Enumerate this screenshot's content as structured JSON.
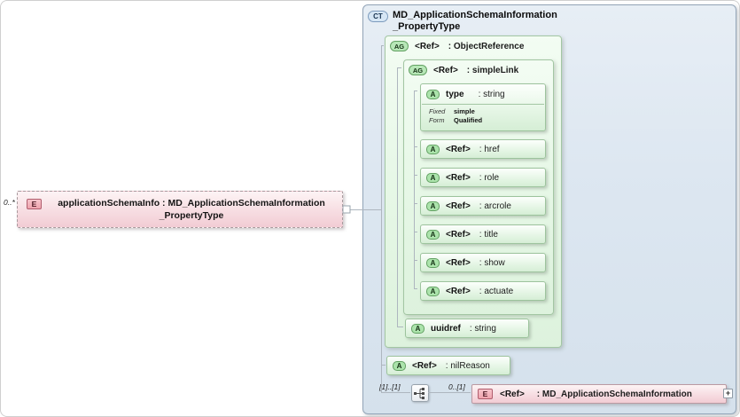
{
  "palette": {
    "complex_type_fill": "#dce6f0",
    "attribute_group_fill": "#e9f8e9",
    "attribute_fill": "#ddf0dd",
    "element_fill": "#f5d2d9",
    "connector_color": "#aeb6bf"
  },
  "element": {
    "cardinality": "0..*",
    "icon": "E",
    "name_line1": "applicationSchemaInfo : MD_ApplicationSchemaInformation",
    "name_line2": "_PropertyType"
  },
  "complex_type": {
    "icon": "CT",
    "title_line1": "MD_ApplicationSchemaInformation",
    "title_line2": "_PropertyType",
    "object_reference": {
      "icon": "AG",
      "name": "<Ref>",
      "type": ": ObjectReference",
      "simple_link": {
        "icon": "AG",
        "name": "<Ref>",
        "type": ": simpleLink",
        "attributes": [
          {
            "icon": "A",
            "name": "type",
            "type": ": string",
            "facets": [
              {
                "label": "Fixed",
                "value": "simple"
              },
              {
                "label": "Form",
                "value": "Qualified"
              }
            ]
          },
          {
            "icon": "A",
            "name": "<Ref>",
            "type": ": href"
          },
          {
            "icon": "A",
            "name": "<Ref>",
            "type": ": role"
          },
          {
            "icon": "A",
            "name": "<Ref>",
            "type": ": arcrole"
          },
          {
            "icon": "A",
            "name": "<Ref>",
            "type": ": title"
          },
          {
            "icon": "A",
            "name": "<Ref>",
            "type": ": show"
          },
          {
            "icon": "A",
            "name": "<Ref>",
            "type": ": actuate"
          }
        ]
      },
      "uuidref": {
        "icon": "A",
        "name": "uuidref",
        "type": ": string"
      }
    },
    "nil_reason": {
      "icon": "A",
      "name": "<Ref>",
      "type": ": nilReason"
    },
    "sequence": {
      "left_cardinality": "[1]..[1]",
      "right_cardinality": "0..[1]"
    },
    "ref_element": {
      "icon": "E",
      "name": "<Ref>",
      "type": ": MD_ApplicationSchemaInformation",
      "expand_label": "+"
    }
  }
}
